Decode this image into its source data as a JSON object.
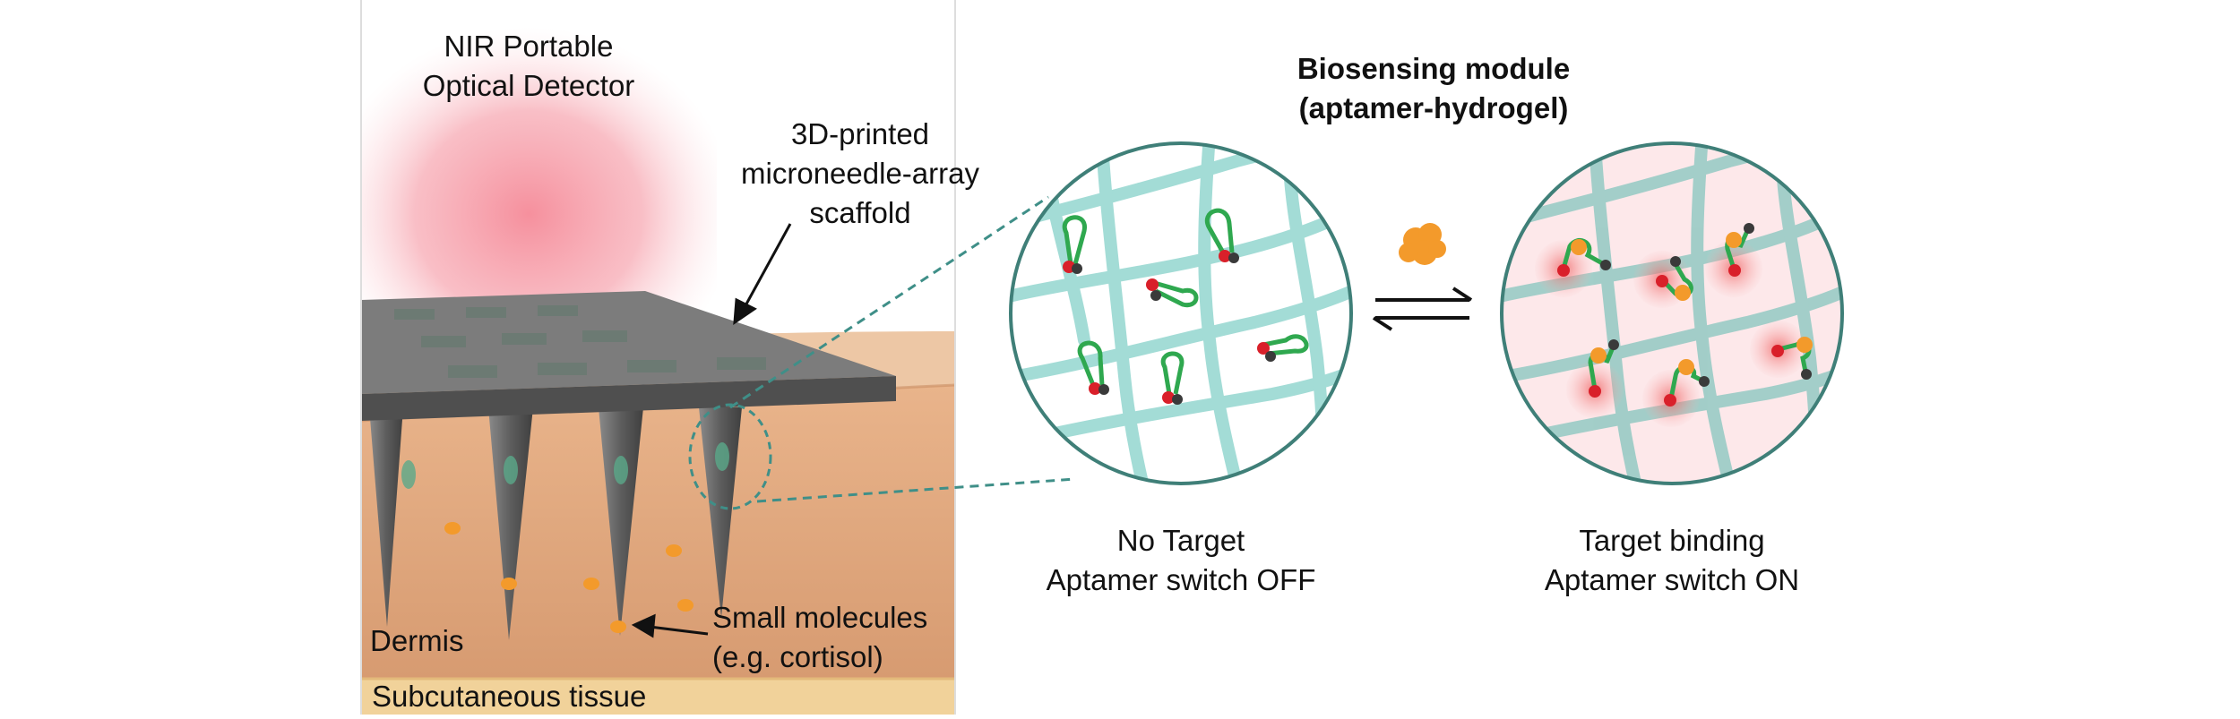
{
  "labels": {
    "detector": [
      "NIR Portable",
      "Optical Detector"
    ],
    "scaffold": [
      "3D-printed",
      "microneedle-array",
      "scaffold"
    ],
    "module": [
      "Biosensing module",
      "(aptamer-hydrogel)"
    ],
    "dermis": "Dermis",
    "molecules": [
      "Small molecules",
      "(e.g. cortisol)"
    ],
    "subcutaneous": "Subcutaneous tissue",
    "off_state": [
      "No Target",
      "Aptamer switch OFF"
    ],
    "on_state": [
      "Target binding",
      "Aptamer switch ON"
    ]
  },
  "colors": {
    "hydrogel": "#a3dcd6",
    "circle_border": "#3f7f78",
    "aptamer": "#2fa84f",
    "fluorophore": "#d9202a",
    "quencher": "#3a3a3a",
    "target": "#f39a2b",
    "glow": "#f26b6b",
    "skin": "#d9a078",
    "fat": "#f1d29a",
    "scaffold": "#6e6e6e"
  },
  "icons": [
    "equilibrium-arrows-icon",
    "target-molecule-icon"
  ]
}
